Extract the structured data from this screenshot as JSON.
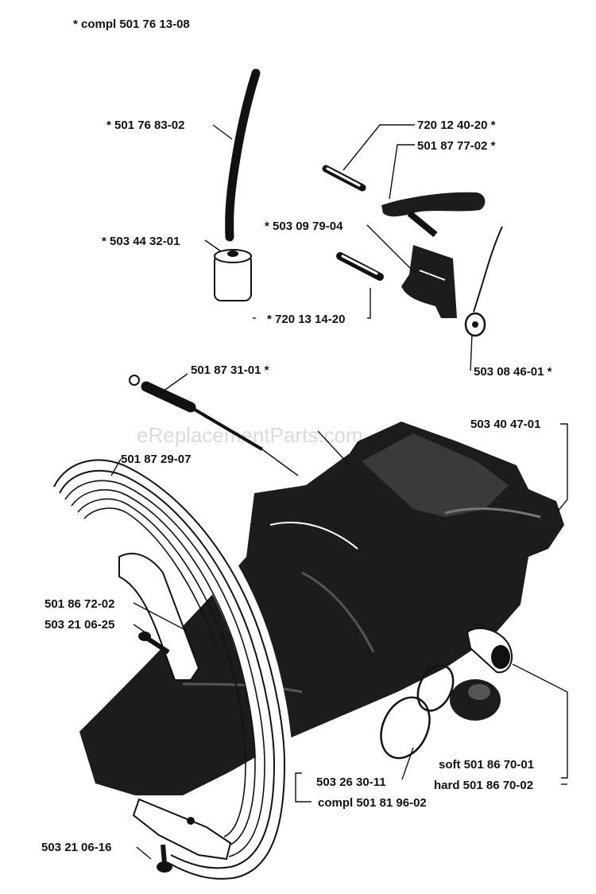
{
  "watermark": "eReplacementParts.com",
  "labels": {
    "compl_top": "*  compl 501 76 13-08",
    "hose": "*  501 76 83-02",
    "filter": "*  503 44 32-01",
    "pin_upper": "720 12 40-20  *",
    "trigger": "501 87 77-02  *",
    "trigger_lever": "*  503 09 79-04",
    "pin_lower": "*  720 13 14-20",
    "clip": "503 08 46-01  *",
    "rod": "501 87 31-01  *",
    "body": "503 40 47-01",
    "handle": "501 87 29-07",
    "bracket": "501 86 72-02",
    "screw_upper": "503 21 06-25",
    "soft_plug": "soft 501 86 70-01",
    "hard_plug": "hard 501 86 70-02",
    "oring": "503 26 30-11",
    "compl_bottom": "compl 501 81 96-02",
    "screw_lower": "503 21 06-16"
  }
}
